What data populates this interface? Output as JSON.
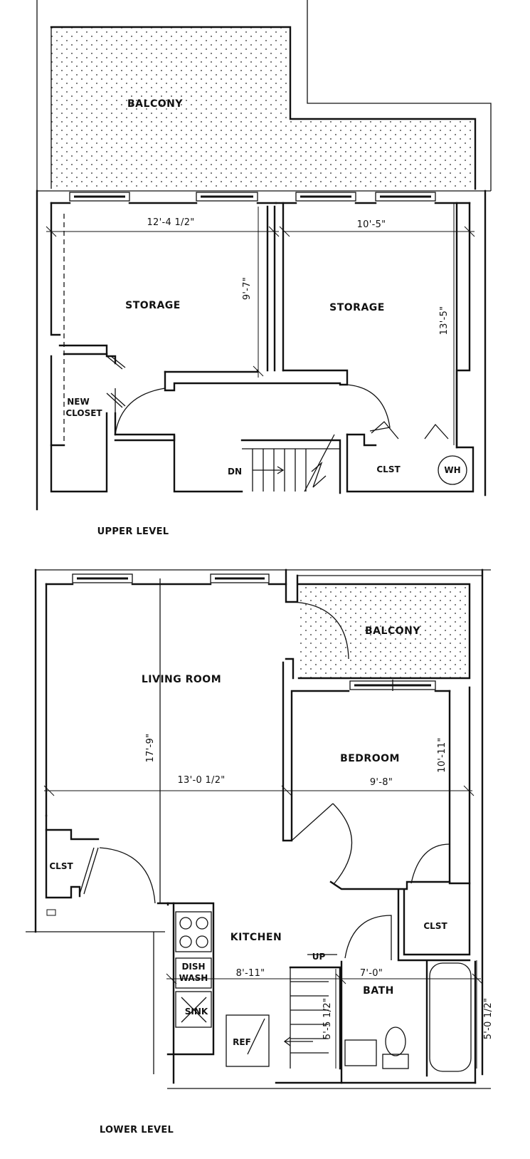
{
  "upper_level": {
    "title": "UPPER LEVEL",
    "rooms": {
      "balcony": "BALCONY",
      "storage_left": "STORAGE",
      "storage_right": "STORAGE",
      "new_closet_line1": "NEW",
      "new_closet_line2": "CLOSET",
      "closet": "CLST",
      "water_heater": "WH",
      "stair_down": "DN"
    },
    "dimensions": {
      "storage_left_width": "12'-4 1/2\"",
      "storage_left_depth": "9'-7\"",
      "storage_right_width": "10'-5\"",
      "storage_right_depth": "13'-5\""
    }
  },
  "lower_level": {
    "title": "LOWER LEVEL",
    "rooms": {
      "living_room": "LIVING ROOM",
      "balcony": "BALCONY",
      "bedroom": "BEDROOM",
      "closet_left": "CLST",
      "closet_right": "CLST",
      "kitchen": "KITCHEN",
      "bath": "BATH",
      "dishwasher_line1": "DISH",
      "dishwasher_line2": "WASH",
      "sink": "SINK",
      "refrigerator": "REF",
      "stair_up": "UP"
    },
    "dimensions": {
      "living_depth": "17'-9\"",
      "living_width": "13'-0 1/2\"",
      "bedroom_width": "9'-8\"",
      "bedroom_depth": "10'-11\"",
      "kitchen_width": "8'-11\"",
      "kitchen_depth": "5'-5 1/2\"",
      "bath_width": "7'-0\"",
      "bath_depth": "5'-0 1/2\""
    }
  }
}
